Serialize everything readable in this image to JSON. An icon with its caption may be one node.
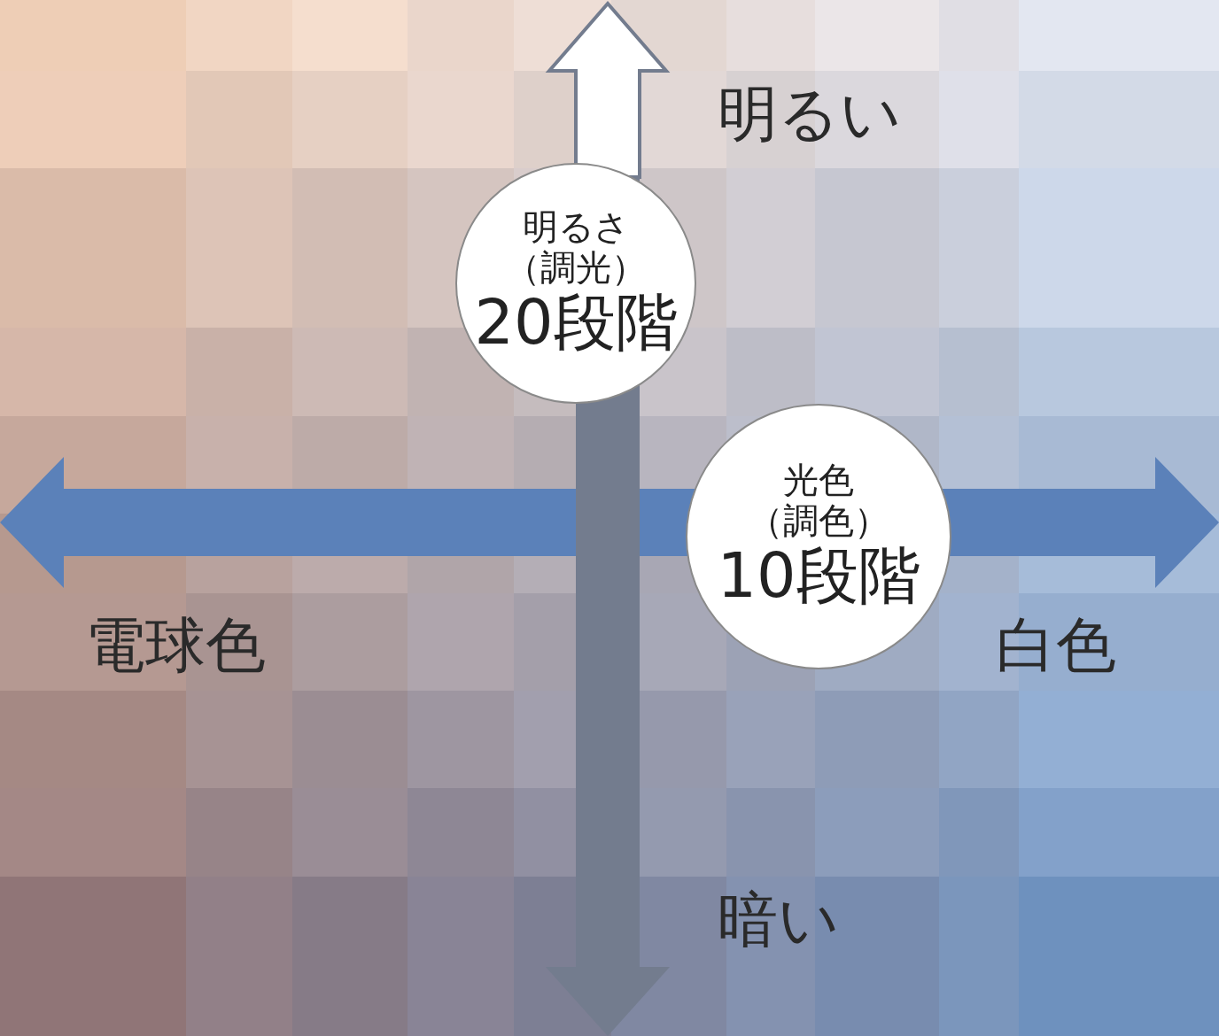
{
  "diagram": {
    "nodes": [
      {
        "text": [
          "明るさ",
          "（調光）",
          "20段階"
        ]
      },
      {
        "text": [
          "光色",
          "（調色）",
          "10段階"
        ]
      }
    ],
    "edges": [],
    "labels": [
      "明るい",
      "電球色",
      "白色",
      "暗い"
    ]
  }
}
